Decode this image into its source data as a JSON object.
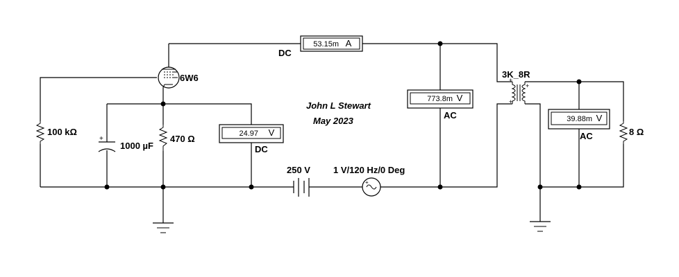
{
  "author": {
    "name": "John L Stewart",
    "date": "May 2023"
  },
  "components": {
    "tube": "6W6",
    "grid_resistor": "100 kΩ",
    "cathode_capacitor": "1000 µF",
    "cathode_resistor": "470 Ω",
    "battery": "250 V",
    "ac_source": "1 V/120 Hz/0 Deg",
    "transformer": "3K_8R",
    "load_resistor": "8 Ω"
  },
  "meters": {
    "ammeter": {
      "value": "53.15m",
      "unit": "A",
      "mode": "DC"
    },
    "cathode_voltmeter": {
      "value": "24.97",
      "unit": "V",
      "mode": "DC"
    },
    "plate_voltmeter": {
      "value": "773.8m",
      "unit": "V",
      "mode": "AC"
    },
    "output_voltmeter": {
      "value": "39.88m",
      "unit": "V",
      "mode": "AC"
    }
  }
}
